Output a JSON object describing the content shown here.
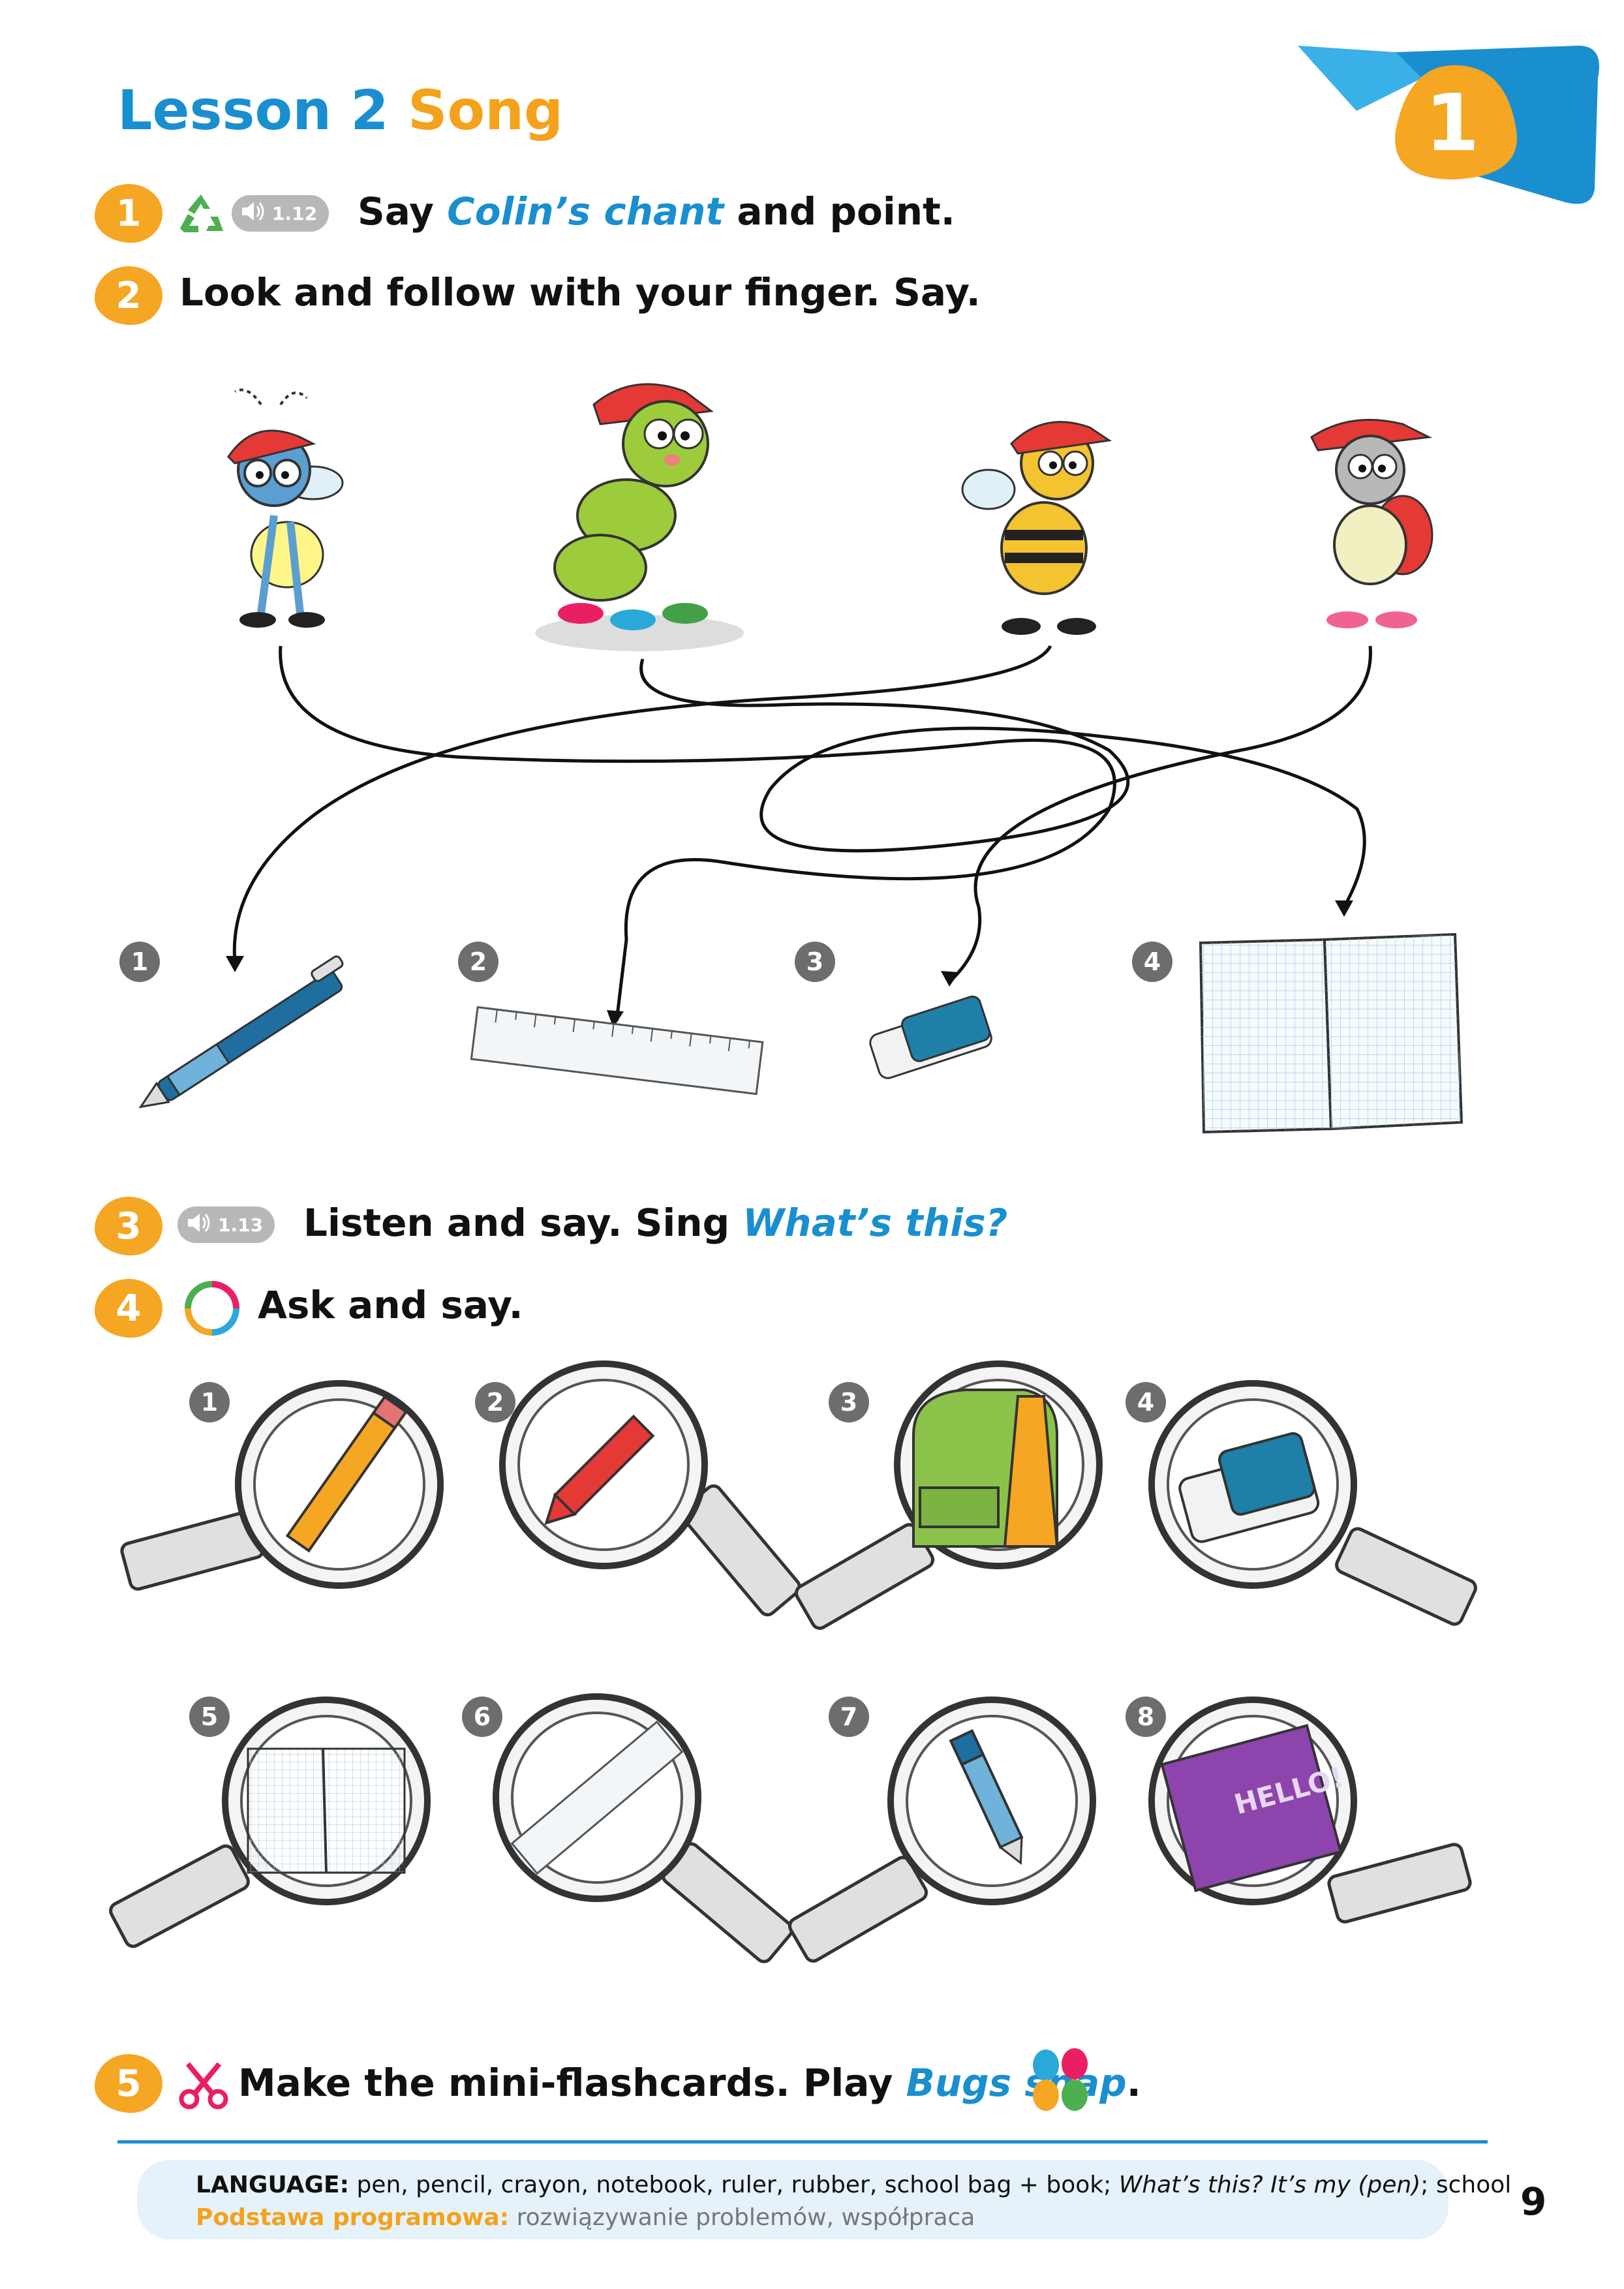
{
  "title": {
    "lesson": "Lesson 2",
    "topic": "Song"
  },
  "unit_number": "1",
  "exercises": [
    {
      "number": "1",
      "audio": "1.12",
      "parts": [
        "Say ",
        "Colin’s chant",
        " and point."
      ]
    },
    {
      "number": "2",
      "parts": [
        "Look and follow with your finger. Say."
      ]
    },
    {
      "number": "3",
      "audio": "1.13",
      "parts": [
        "Listen and say. Sing ",
        "What’s this?"
      ]
    },
    {
      "number": "4",
      "parts": [
        "Ask and say."
      ]
    },
    {
      "number": "5",
      "parts": [
        "Make the mini-flashcards. Play ",
        "Bugs snap",
        "."
      ]
    }
  ],
  "maze_items": [
    "1",
    "2",
    "3",
    "4"
  ],
  "magnifier_items": [
    "1",
    "2",
    "3",
    "4",
    "5",
    "6",
    "7",
    "8"
  ],
  "book_label": "HELLO!",
  "footer": {
    "language_label": "LANGUAGE:",
    "language_text": " pen, pencil, crayon, notebook, ruler, rubber, school bag + book; ",
    "language_italic": "What’s this? It’s my (pen)",
    "language_end": "; school",
    "curriculum_label": "Podstawa programowa:",
    "curriculum_text": " rozwiązywanie problemów, współpraca"
  },
  "page_number": "9",
  "colors": {
    "blue": "#1a8fcf",
    "orange": "#f4a21b",
    "grey": "#6d6d6d"
  }
}
